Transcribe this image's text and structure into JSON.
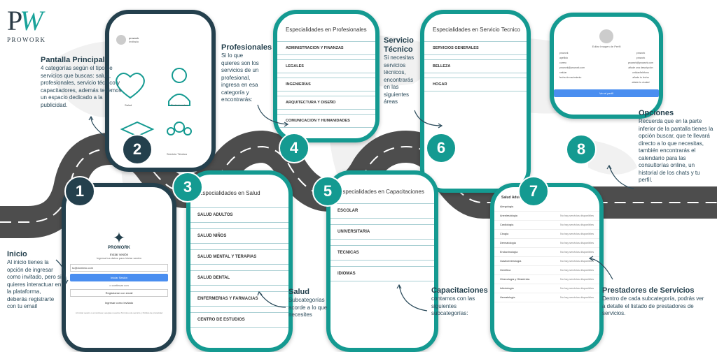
{
  "brand": {
    "mark_p": "P",
    "mark_w": "W",
    "name": "PROWORK"
  },
  "colors": {
    "teal": "#149a91",
    "dark": "#24404d",
    "road": "#4d4d4d",
    "text": "#2a4a5a"
  },
  "steps": [
    {
      "num": "1",
      "title": "Inicio",
      "body": "Al inicio tienes la opción de ingresar como invitado, pero si quieres interactuar en la plataforma, deberás registrarte con tu email"
    },
    {
      "num": "2",
      "title": "Pantalla Principal",
      "body": "4 categorías según el tipo de servicios que buscas: salud, profesionales, servicio técnico y capacitadores, además tenemos un espacio dedicado a la publicidad."
    },
    {
      "num": "3",
      "title": "Salud",
      "body": "Subcategorías acorde a lo que necesites"
    },
    {
      "num": "4",
      "title": "Profesionales",
      "body": "Si lo que quieres son los servicios de un profesional, ingresa en esa categoría y encontrarás:"
    },
    {
      "num": "5",
      "title": "Capacitaciones",
      "body": "contamos con las siguientes subcategorías:"
    },
    {
      "num": "6",
      "title": "Servicio Técnico",
      "body": "Si necesitas servicios técnicos, encontrarás en las siguientes áreas"
    },
    {
      "num": "7",
      "title": "Prestadores de Servicios",
      "body": "Dentro de cada subcategoría, podrás ver a detalle el listado de prestadores de servicios."
    },
    {
      "num": "8",
      "title": "Opciones",
      "body": "Recuerda que en la parte inferior de la pantalla tienes la opción buscar, que te llevará directo a lo que necesitas, también encontrarás el calendario para las consultorías online, un historial de los chats y tu perfil."
    }
  ],
  "screens": {
    "login": {
      "brand": "PROWORK",
      "subtitle": "Iniciar sesión",
      "hint": "Ingresa tus datos para iniciar sesión",
      "email": "tu@dominio.com",
      "login_btn": "Iniciar Sesión",
      "or": "o continuar con",
      "google_btn": "Registrarse con email",
      "guest_btn": "Ingresar como invitado",
      "footer": "Al iniciar sesión o al continuar, aceptas nuestros Términos de servicio y Política de privacidad"
    },
    "home": {
      "user": "prowork",
      "user_sub": "Invitado",
      "categories": [
        "Salud",
        "Profesionales",
        "Servicio Técnico"
      ]
    },
    "salud": {
      "title": "Especialidades en Salud",
      "items": [
        "SALUD ADULTOS",
        "SALUD NIÑOS",
        "SALUD MENTAL Y TERAPIAS",
        "SALUD DENTAL",
        "ENFERMERIAS Y FARMACIAS",
        "CENTRO DE ESTUDIOS"
      ]
    },
    "profesionales": {
      "title": "Especialidades en Profesionales",
      "items": [
        "ADMINISTRACION Y FINANZAS",
        "LEGALES",
        "INGENIERÍAS",
        "ARQUITECTURA Y DISEÑO",
        "COMUNICACION Y HUMANIDADES"
      ]
    },
    "capacitaciones": {
      "title": "Especialidades en Capacitaciones",
      "items": [
        "ESCOLAR",
        "UNIVERSITARIA",
        "TECNICAS",
        "IDIOMAS"
      ]
    },
    "tecnico": {
      "title": "Especialidades en Servicio Tecnico",
      "items": [
        "SERVICIOS GENERALES",
        "BELLEZA",
        "HOGAR"
      ]
    },
    "prestadores": {
      "title": "Salud Adultos",
      "empty": "No hay servicios disponibles",
      "items": [
        "Alergología",
        "Anestesiología",
        "Cardiología",
        "Cirugía",
        "Dermatología",
        "Endocrinología",
        "Gastroenterología",
        "Genética",
        "Ginecología y Obstetricia",
        "Infectología",
        "Hematología"
      ]
    },
    "perfil": {
      "name": "Editar Imagen de Perfil",
      "rows": [
        "prowork",
        "apellido",
        "correo",
        "prowork@prowork.com",
        "celular",
        "fecha de nacimiento"
      ],
      "right": [
        "prowork",
        "prowork",
        "prowork@prowork.com",
        "añade una descripción",
        "celular/teléfono",
        "añade tu fecha",
        "añade tu ciudad"
      ],
      "btn": "Ver el perfil"
    }
  }
}
